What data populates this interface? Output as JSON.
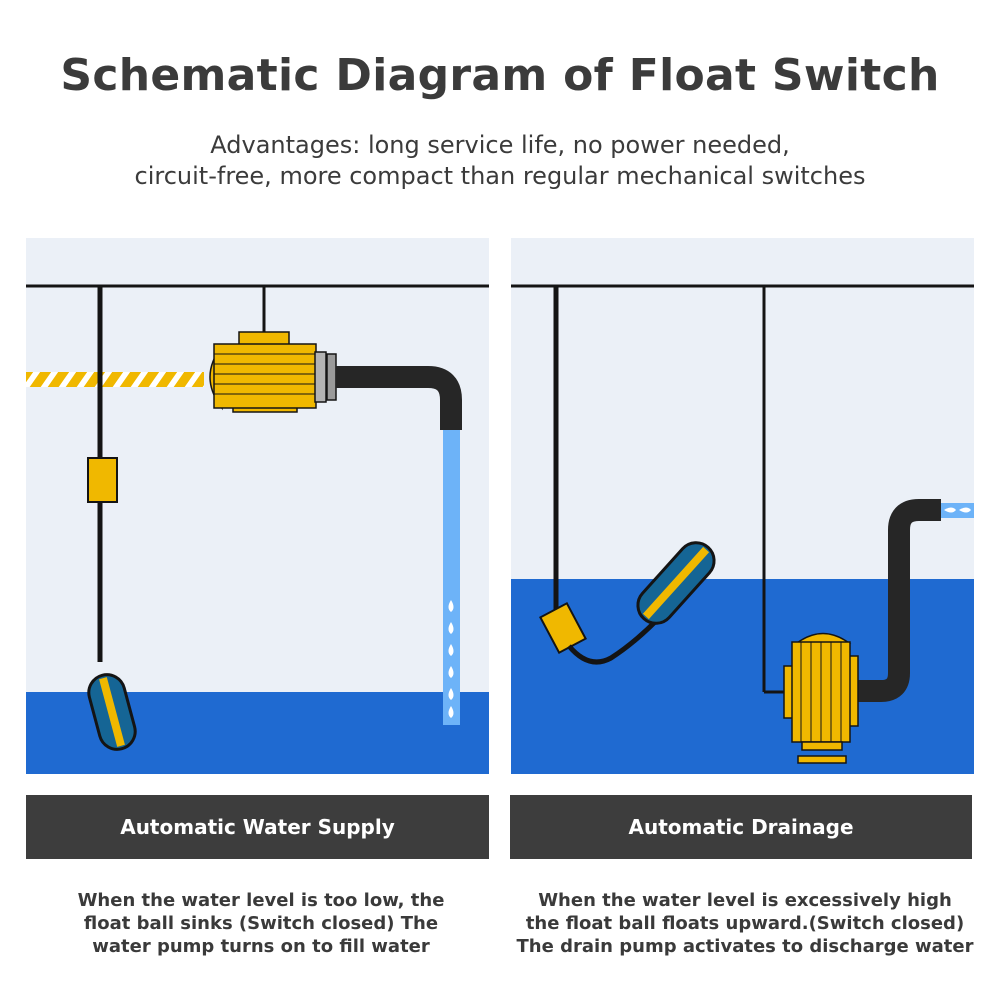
{
  "header": {
    "title": "Schematic Diagram of Float Switch",
    "subtitle_lines": [
      "Advantages: long service life, no power needed,",
      "circuit-free, more compact than regular mechanical switches"
    ]
  },
  "panels": [
    {
      "label": "Automatic Water Supply",
      "description_lines": [
        "When the water level is too low, the",
        "float ball sinks (Switch closed) The",
        "water pump turns on to fill water"
      ]
    },
    {
      "label": "Automatic Drainage",
      "description_lines": [
        "When the water level is excessively high",
        "the float ball floats upward.(Switch closed)",
        "The drain pump activates to discharge water"
      ]
    }
  ],
  "colors": {
    "tank_background": "#ebf0f7",
    "water": "#1f6ad1",
    "water_stream": "#6db3f8",
    "pump_yellow": "#f0b800",
    "float_blue": "#156595",
    "cable": "#141414",
    "pipe": "#262626",
    "label_bar": "#3d3d3d"
  },
  "icons": [
    "water-pump-icon",
    "float-switch-icon",
    "water-drop-icon",
    "power-cable-icon"
  ]
}
